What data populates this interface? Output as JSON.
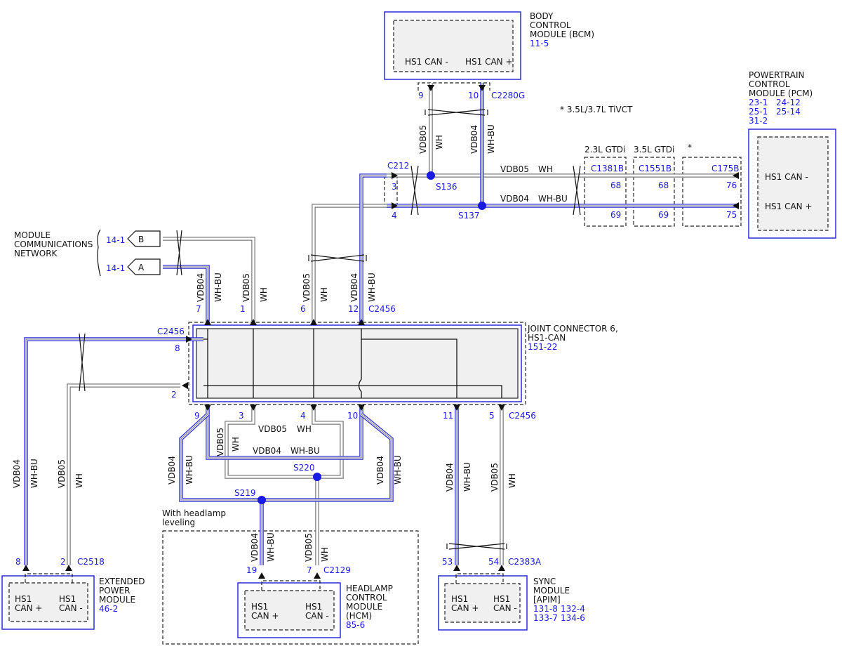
{
  "modules": {
    "bcm": {
      "name1": "BODY",
      "name2": "CONTROL",
      "name3": "MODULE (BCM)",
      "ref": "11-5",
      "pin_a": "HS1 CAN -",
      "pin_b": "HS1 CAN +"
    },
    "pcm": {
      "name1": "POWERTRAIN",
      "name2": "CONTROL",
      "name3": "MODULE (PCM)",
      "refs": [
        "23-1",
        "24-12",
        "25-1",
        "25-14",
        "31-2"
      ],
      "pin_a": "HS1 CAN -",
      "pin_b": "HS1 CAN +"
    },
    "joint": {
      "name1": "JOINT CONNECTOR 6,",
      "name2": "HS1-CAN",
      "ref": "151-22"
    },
    "epm": {
      "name1": "EXTENDED",
      "name2": "POWER",
      "name3": "MODULE",
      "ref": "46-2",
      "pin_a1": "HS1",
      "pin_a2": "CAN +",
      "pin_b1": "HS1",
      "pin_b2": "CAN -"
    },
    "hcm": {
      "name1": "HEADLAMP",
      "name2": "CONTROL",
      "name3": "MODULE",
      "name4": "(HCM)",
      "ref": "85-6",
      "pin_a1": "HS1",
      "pin_a2": "CAN +",
      "pin_b1": "HS1",
      "pin_b2": "CAN -"
    },
    "sync": {
      "name1": "SYNC",
      "name2": "MODULE",
      "name3": "[APIM]",
      "refs": [
        "131-8",
        "132-4",
        "133-7",
        "134-6"
      ],
      "pin_a1": "HS1",
      "pin_a2": "CAN +",
      "pin_b1": "HS1",
      "pin_b2": "CAN -"
    }
  },
  "network": {
    "label1": "MODULE",
    "label2": "COMMUNICATIONS",
    "label3": "NETWORK",
    "ref_b": "14-1",
    "ref_a": "14-1",
    "tag_b": "B",
    "tag_a": "A"
  },
  "notes": {
    "footnote": "* 3.5L/3.7L TiVCT",
    "inline_h1": "2.3L GTDi",
    "inline_h2": "3.5L GTDi",
    "inline_h3": "*",
    "hl_note1": "With headlamp",
    "hl_note2": "leveling"
  },
  "connectors": {
    "c2280g": "C2280G",
    "c212": "C212",
    "c1381b": "C1381B",
    "c1551b": "C1551B",
    "c175b": "C175B",
    "c2456_top": "C2456",
    "c2456_left": "C2456",
    "c2456_right": "C2456",
    "c2518": "C2518",
    "c2129": "C2129",
    "c2383a": "C2383A"
  },
  "splices": {
    "s136": "S136",
    "s137": "S137",
    "s220": "S220",
    "s219": "S219"
  },
  "pins": {
    "bcm_9": "9",
    "bcm_10": "10",
    "c212_3": "3",
    "c212_4": "4",
    "c1381b_68": "68",
    "c1381b_69": "69",
    "c1551b_68": "68",
    "c1551b_69": "69",
    "c175b_76": "76",
    "c175b_75": "75",
    "top_7": "7",
    "top_1": "1",
    "top_6": "6",
    "top_12": "12",
    "left_8": "8",
    "left_2": "2",
    "bot_9": "9",
    "bot_3": "3",
    "bot_4": "4",
    "bot_10": "10",
    "bot_11": "11",
    "bot_5": "5",
    "epm_8": "8",
    "epm_2": "2",
    "hcm_19": "19",
    "hcm_7": "7",
    "sync_53": "53",
    "sync_54": "54"
  },
  "circuits": {
    "vdb05": "VDB05",
    "vdb04": "VDB04",
    "wh": "WH",
    "whbu": "WH-BU"
  }
}
